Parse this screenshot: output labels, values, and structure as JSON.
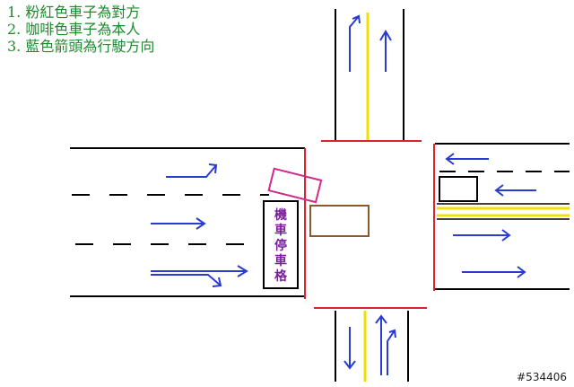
{
  "legend": {
    "items": [
      "1. 粉紅色車子為對方",
      "2. 咖啡色車子為本人",
      "3. 藍色箭頭為行駛方向"
    ]
  },
  "parking": {
    "chars": [
      "機",
      "車",
      "停",
      "車",
      "格"
    ]
  },
  "watermark": "#534406",
  "colors": {
    "road_line": "#000000",
    "stop_line": "#e0202a",
    "center_line": "#f0e000",
    "arrow": "#2a3bd0",
    "other_car": "#d02a8a",
    "my_car": "#8a5a2a",
    "legend_text": "#1e8a2e",
    "parking_text": "#7a1f9a"
  }
}
